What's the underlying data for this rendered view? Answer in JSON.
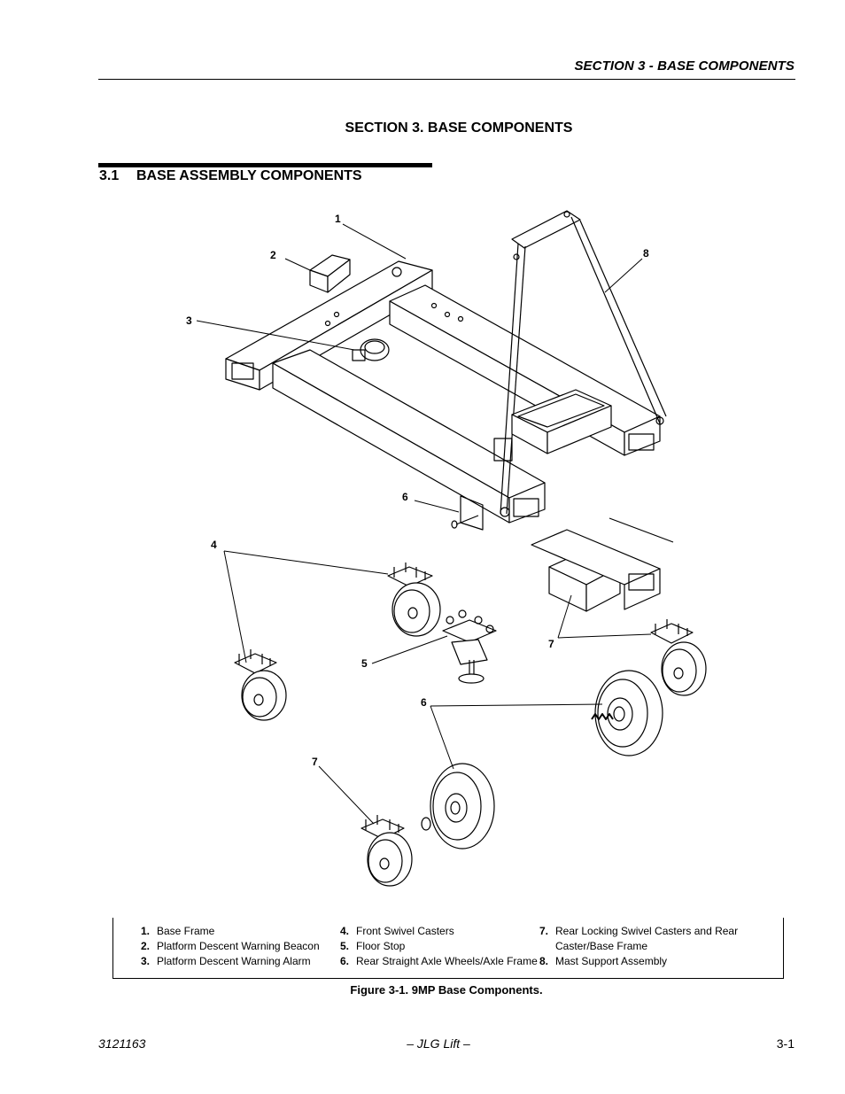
{
  "header": {
    "running_title": "SECTION 3 - BASE COMPONENTS"
  },
  "section_title": "SECTION 3.  BASE COMPONENTS",
  "subsection": {
    "number": "3.1",
    "title": "BASE ASSEMBLY COMPONENTS"
  },
  "callouts": [
    "1",
    "2",
    "3",
    "4",
    "5",
    "6",
    "6",
    "7",
    "7",
    "8"
  ],
  "legend": {
    "col1": [
      {
        "num": "1.",
        "text": "Base Frame"
      },
      {
        "num": "2.",
        "text": "Platform Descent Warning Beacon"
      },
      {
        "num": "3.",
        "text": "Platform Descent Warning Alarm"
      }
    ],
    "col2": [
      {
        "num": "4.",
        "text": "Front Swivel Casters"
      },
      {
        "num": "5.",
        "text": "Floor Stop"
      },
      {
        "num": "6.",
        "text": "Rear Straight Axle Wheels/Axle Frame"
      }
    ],
    "col3": [
      {
        "num": "7.",
        "text": "Rear Locking Swivel Casters and Rear",
        "cont": "Caster/Base Frame"
      },
      {
        "num": "8.",
        "text": "Mast Support Assembly"
      }
    ]
  },
  "caption": "Figure 3-1.  9MP Base Components.",
  "footer": {
    "doc_number": "3121163",
    "center": "– JLG Lift –",
    "page": "3-1"
  }
}
